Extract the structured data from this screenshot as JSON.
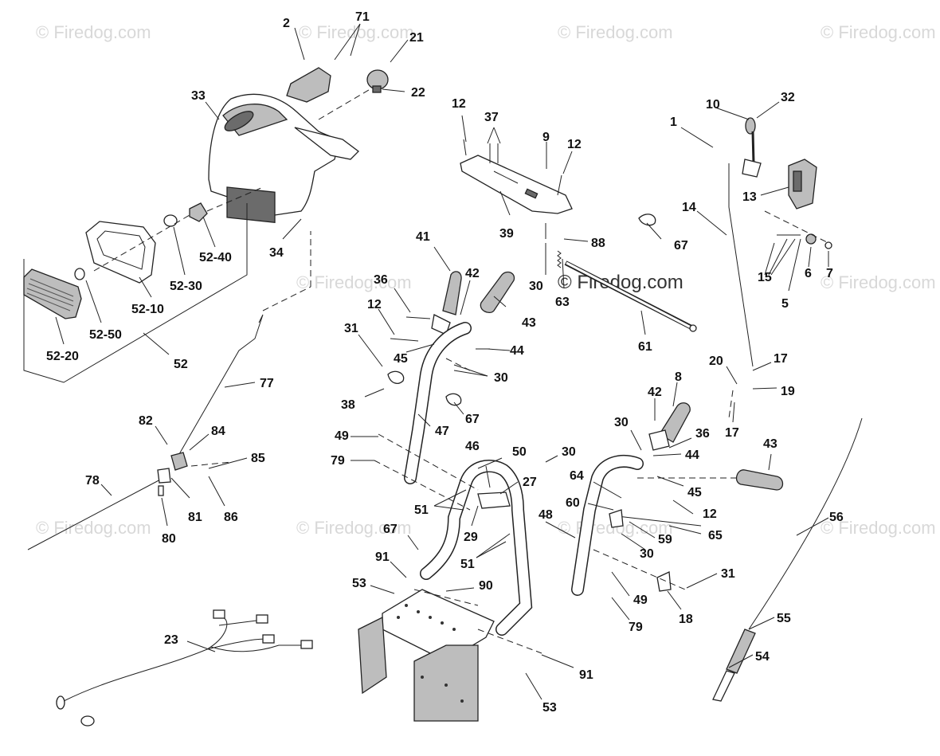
{
  "watermark": "© Firedog.com",
  "callouts": {
    "c2": "2",
    "c71": "71",
    "c21": "21",
    "c22": "22",
    "c33": "33",
    "c34": "34",
    "c52_40": "52-40",
    "c52_30": "52-30",
    "c52_10": "52-10",
    "c52_50": "52-50",
    "c52_20": "52-20",
    "c52": "52",
    "c12a": "12",
    "c37": "37",
    "c9": "9",
    "c12b": "12",
    "c39": "39",
    "c88": "88",
    "c30a": "30",
    "c63": "63",
    "c61": "61",
    "c10": "10",
    "c32": "32",
    "c1": "1",
    "c13": "13",
    "c14": "14",
    "c67a": "67",
    "c15": "15",
    "c6": "6",
    "c7": "7",
    "c5": "5",
    "c41": "41",
    "c42a": "42",
    "c43a": "43",
    "c36a": "36",
    "c12c": "12",
    "c31a": "31",
    "c45a": "45",
    "c44a": "44",
    "c30b": "30",
    "c38": "38",
    "c67b": "67",
    "c47": "47",
    "c77": "77",
    "c82": "82",
    "c84": "84",
    "c85": "85",
    "c78": "78",
    "c81": "81",
    "c86": "86",
    "c80": "80",
    "c49a": "49",
    "c79a": "79",
    "c46": "46",
    "c50": "50",
    "c30c": "30",
    "c27": "27",
    "c51a": "51",
    "c29": "29",
    "c51b": "51",
    "c48": "48",
    "c67c": "67",
    "c91a": "91",
    "c53a": "53",
    "c90": "90",
    "c91b": "91",
    "c53b": "53",
    "c20": "20",
    "c17a": "17",
    "c19": "19",
    "c17b": "17",
    "c8": "8",
    "c42b": "42",
    "c30d": "30",
    "c36b": "36",
    "c44b": "44",
    "c43b": "43",
    "c45b": "45",
    "c12d": "12",
    "c64": "64",
    "c60": "60",
    "c65": "65",
    "c59": "59",
    "c30e": "30",
    "c49b": "49",
    "c79b": "79",
    "c31b": "31",
    "c18": "18",
    "c56": "56",
    "c55": "55",
    "c54": "54",
    "c23": "23"
  }
}
